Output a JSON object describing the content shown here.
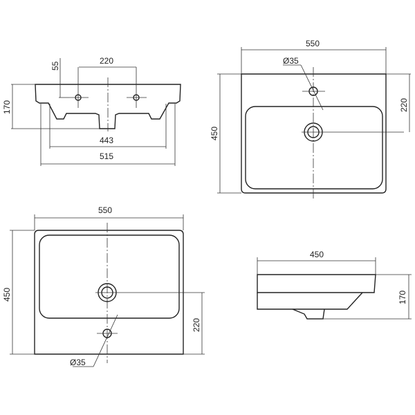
{
  "views": {
    "front": {
      "hole_offset": "55",
      "hole_spacing": "220",
      "height": "170",
      "inner_width": "443",
      "outer_width": "515"
    },
    "top": {
      "width": "550",
      "depth": "450",
      "hole_diameter": "Ø35",
      "tap_to_drain": "220"
    },
    "top_rotated": {
      "width": "550",
      "depth": "450",
      "hole_diameter": "Ø35",
      "tap_to_drain": "220"
    },
    "side": {
      "depth": "450",
      "height": "170"
    }
  },
  "colors": {
    "line": "#222222",
    "background": "#ffffff"
  }
}
